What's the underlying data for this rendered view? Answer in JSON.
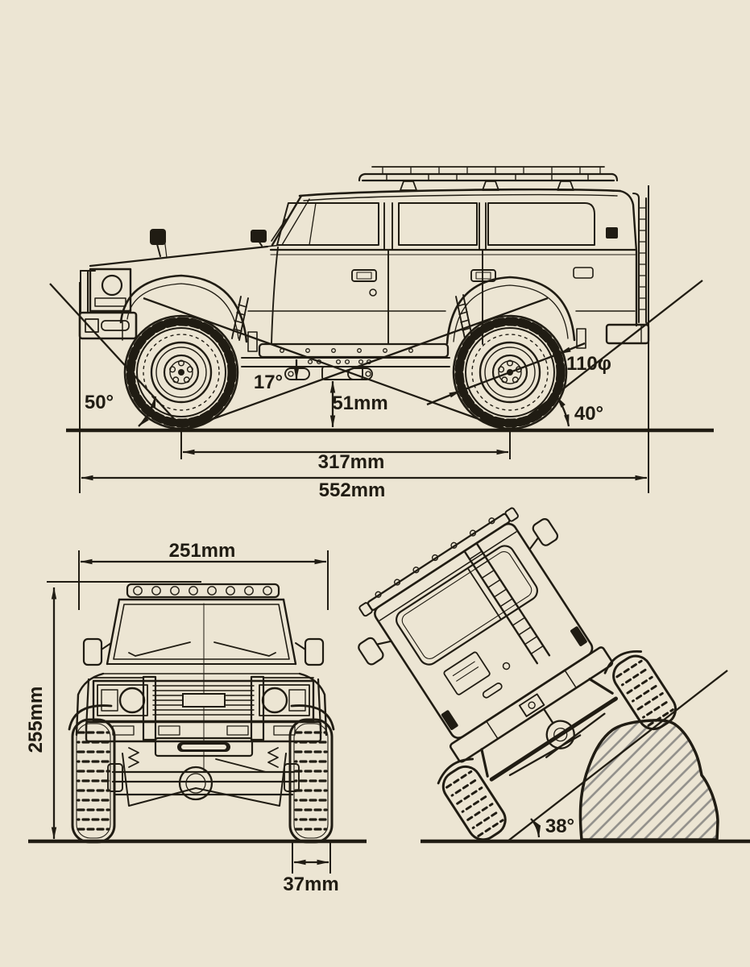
{
  "colors": {
    "background": "#ece5d3",
    "ink": "#201c13",
    "hatch_gray": "#918f8a"
  },
  "side_view": {
    "approach_angle": "50°",
    "breakover_angle": "17°",
    "ground_clearance": "51mm",
    "departure_angle": "40°",
    "tire_diameter": "110φ",
    "wheelbase": "317mm",
    "overall_length": "552mm"
  },
  "front_view": {
    "overall_width": "251mm",
    "overall_height": "255mm",
    "tire_width": "37mm"
  },
  "climb_view": {
    "climb_angle": "38°"
  }
}
